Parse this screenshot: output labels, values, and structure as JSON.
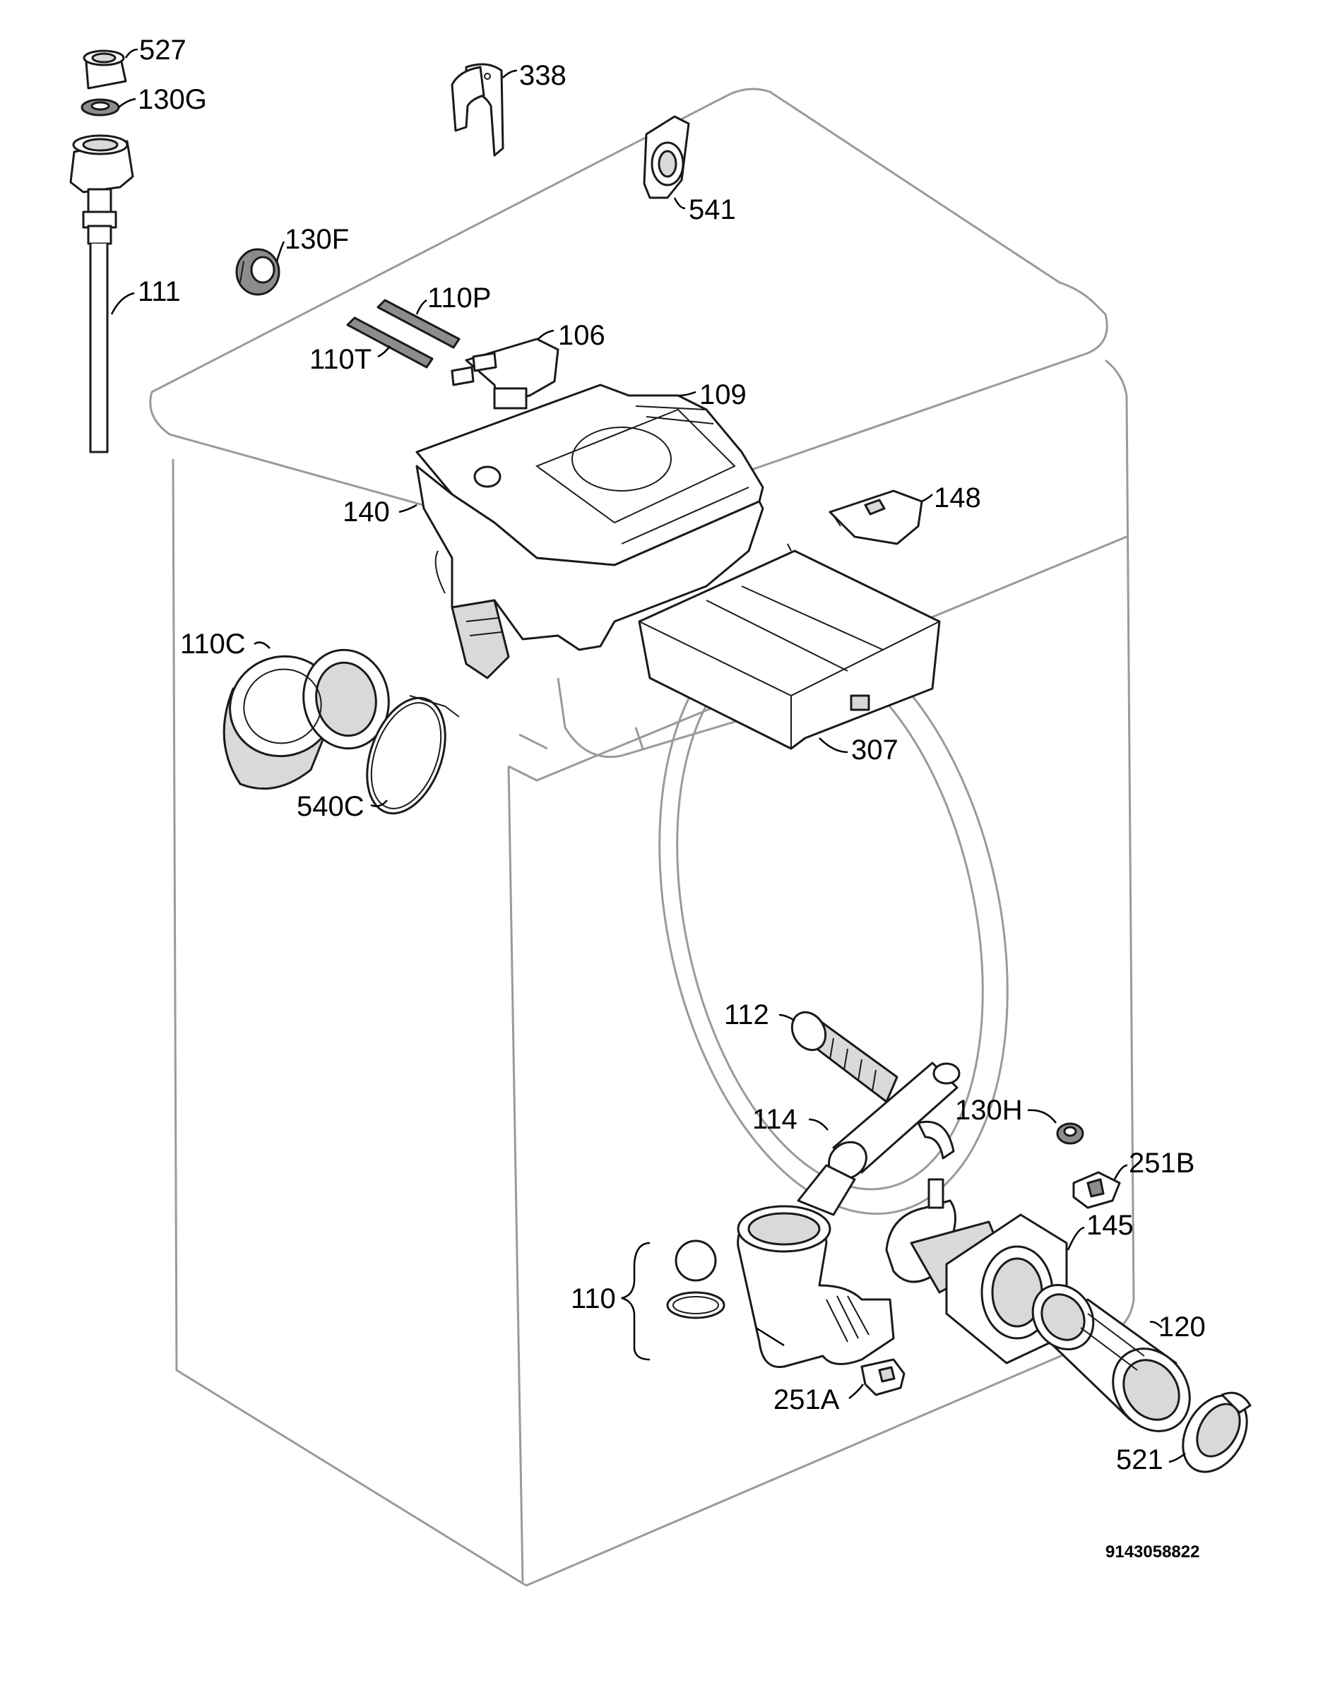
{
  "diagram": {
    "type": "exploded-parts-view",
    "document_number": "9143058822",
    "parts": [
      {
        "id": "p527",
        "label": "527"
      },
      {
        "id": "p130G",
        "label": "130G"
      },
      {
        "id": "p338",
        "label": "338"
      },
      {
        "id": "p541",
        "label": "541"
      },
      {
        "id": "p130F",
        "label": "130F"
      },
      {
        "id": "p111",
        "label": "111"
      },
      {
        "id": "p110P",
        "label": "110P"
      },
      {
        "id": "p106",
        "label": "106"
      },
      {
        "id": "p110T",
        "label": "110T"
      },
      {
        "id": "p109",
        "label": "109"
      },
      {
        "id": "p148",
        "label": "148"
      },
      {
        "id": "p140",
        "label": "140"
      },
      {
        "id": "p110C",
        "label": "110C"
      },
      {
        "id": "p307",
        "label": "307"
      },
      {
        "id": "p540C",
        "label": "540C"
      },
      {
        "id": "p112",
        "label": "112"
      },
      {
        "id": "p114",
        "label": "114"
      },
      {
        "id": "p130H",
        "label": "130H"
      },
      {
        "id": "p251B",
        "label": "251B"
      },
      {
        "id": "p145",
        "label": "145"
      },
      {
        "id": "p110",
        "label": "110"
      },
      {
        "id": "p120",
        "label": "120"
      },
      {
        "id": "p251A",
        "label": "251A"
      },
      {
        "id": "p521",
        "label": "521"
      }
    ]
  }
}
